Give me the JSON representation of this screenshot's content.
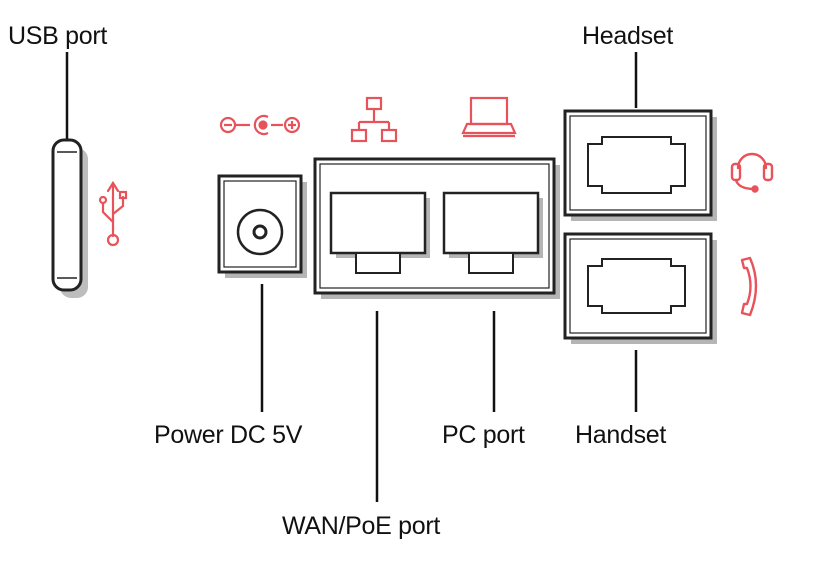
{
  "labels": {
    "usb": "USB port",
    "headset": "Headset",
    "power": "Power DC 5V",
    "pc": "PC port",
    "handset": "Handset",
    "wan": "WAN/PoE port"
  },
  "icons": {
    "usb": "usb-icon",
    "power_polarity": "dc-polarity-icon",
    "network": "network-icon",
    "pc": "computer-icon",
    "headset": "headset-icon",
    "handset": "handset-icon"
  },
  "colors": {
    "icon_accent": "#e8525a",
    "outline": "#222222",
    "shadow_gray": "#b5b5b5",
    "text": "#111111"
  }
}
